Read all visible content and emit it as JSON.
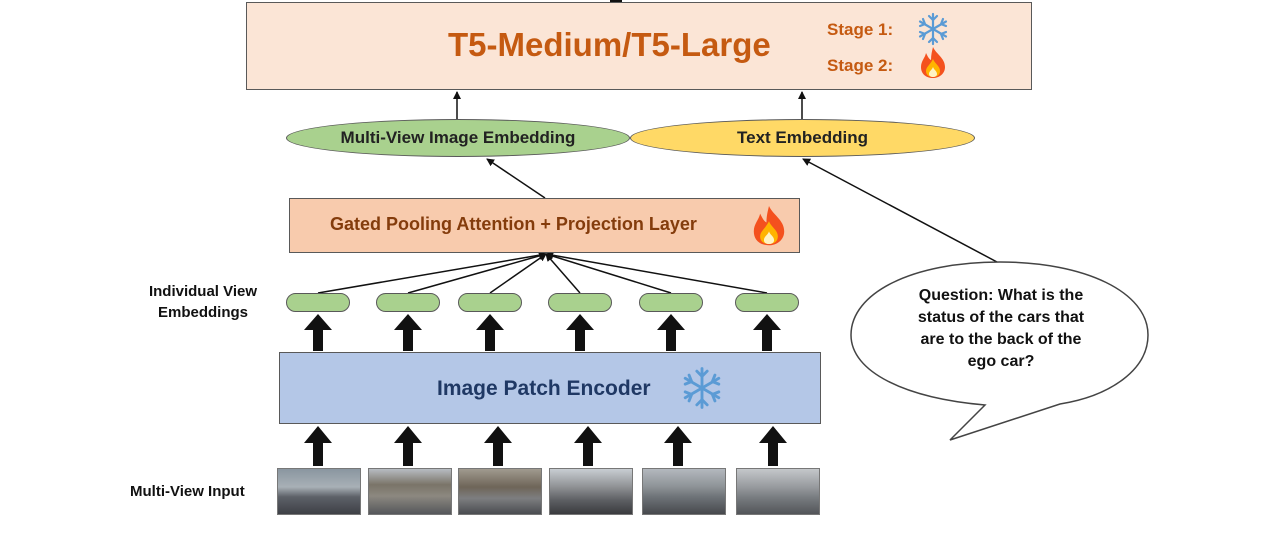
{
  "llm": {
    "title": "T5-Medium/T5-Large",
    "stage1_label": "Stage 1:",
    "stage2_label": "Stage 2:"
  },
  "embeddings": {
    "multi_view_label": "Multi-View Image Embedding",
    "text_label": "Text Embedding"
  },
  "gpa": {
    "label": "Gated Pooling Attention + Projection Layer"
  },
  "individual_view": {
    "label_line1": "Individual View",
    "label_line2": "Embeddings"
  },
  "encoder": {
    "label": "Image Patch Encoder"
  },
  "input": {
    "label": "Multi-View Input"
  },
  "question": {
    "line1": "Question: What is the",
    "line2": "status of the cars that",
    "line3": "are to the back of the",
    "line4": "ego car?"
  },
  "icons": {
    "frozen": "snowflake-icon",
    "trainable": "fire-icon"
  },
  "colors": {
    "llm_fill": "#fbe5d6",
    "accent_orange": "#c55a11",
    "image_embedding": "#a9d18e",
    "text_embedding": "#ffd966",
    "gpa_fill": "#f8cbad",
    "encoder_fill": "#b4c7e7",
    "encoder_text": "#1f3864"
  }
}
